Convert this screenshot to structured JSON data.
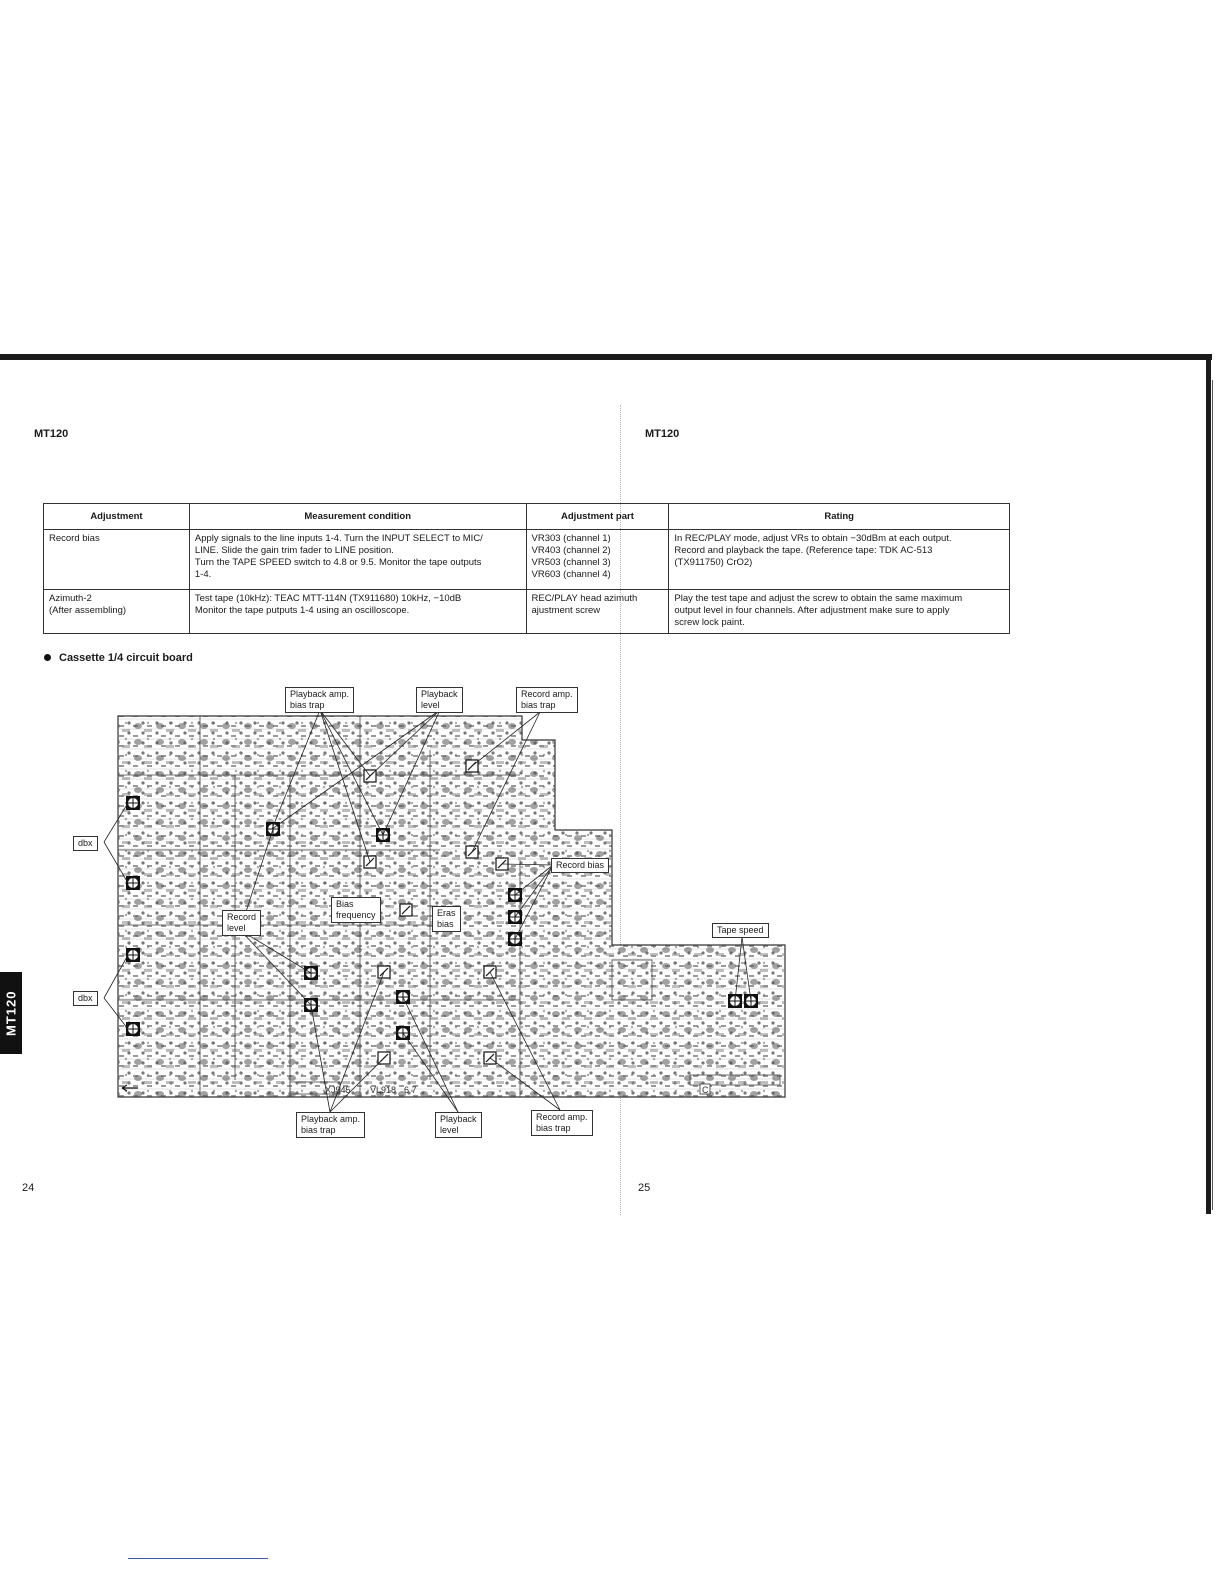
{
  "page": {
    "left_header": "MT120",
    "right_header": "MT120",
    "left_page_number": "24",
    "right_page_number": "25",
    "side_tab": "MT120"
  },
  "table": {
    "headers": [
      "Adjustment",
      "Measurement condition",
      "Adjustment part",
      "Rating"
    ],
    "rows": [
      {
        "adjustment": "Record bias",
        "condition": "Apply signals to the line inputs 1-4. Turn the INPUT SELECT to MIC/\nLINE. Slide the gain trim fader to LINE position.\nTurn the TAPE SPEED switch to 4.8 or 9.5. Monitor the tape outputs\n1-4.",
        "part": "VR303 (channel 1)\nVR403 (channel 2)\nVR503 (channel 3)\nVR603 (channel 4)",
        "rating": "In REC/PLAY mode, adjust VRs to obtain −30dBm at each output.\nRecord and playback the tape. (Reference tape: TDK AC-513\n(TX911750) CrO2)"
      },
      {
        "adjustment": "Azimuth-2\n(After assembling)",
        "condition": "Test tape (10kHz): TEAC MTT-114N (TX911680) 10kHz, −10dB\nMonitor the tape putputs 1-4 using an oscilloscope.",
        "part": "REC/PLAY head azimuth\najustment screw",
        "rating": "Play the test tape and adjust the screw to obtain the same maximum\noutput level in four channels. After adjustment make sure to apply\nscrew lock paint."
      }
    ]
  },
  "section_title": "Cassette 1/4 circuit board",
  "callouts": {
    "playback_amp_top": "Playback amp.\nbias trap",
    "playback_level_top": "Playback\nlevel",
    "record_amp_top": "Record amp.\nbias trap",
    "dbx_upper": "dbx",
    "dbx_lower": "dbx",
    "record_bias": "Record bias",
    "tape_speed": "Tape speed",
    "record_level": "Record\nlevel",
    "bias_frequency": "Bias\nfrequency",
    "eras_bias": "Eras\nbias",
    "playback_amp_bottom": "Playback amp.\nbias trap",
    "playback_level_bottom": "Playback\nlevel",
    "record_amp_bottom": "Record amp.\nbias trap"
  },
  "board_marks": {
    "model_code": "XJ945",
    "board_code": "VL918",
    "panel_nums": "6  7",
    "corner_letter": "C"
  }
}
